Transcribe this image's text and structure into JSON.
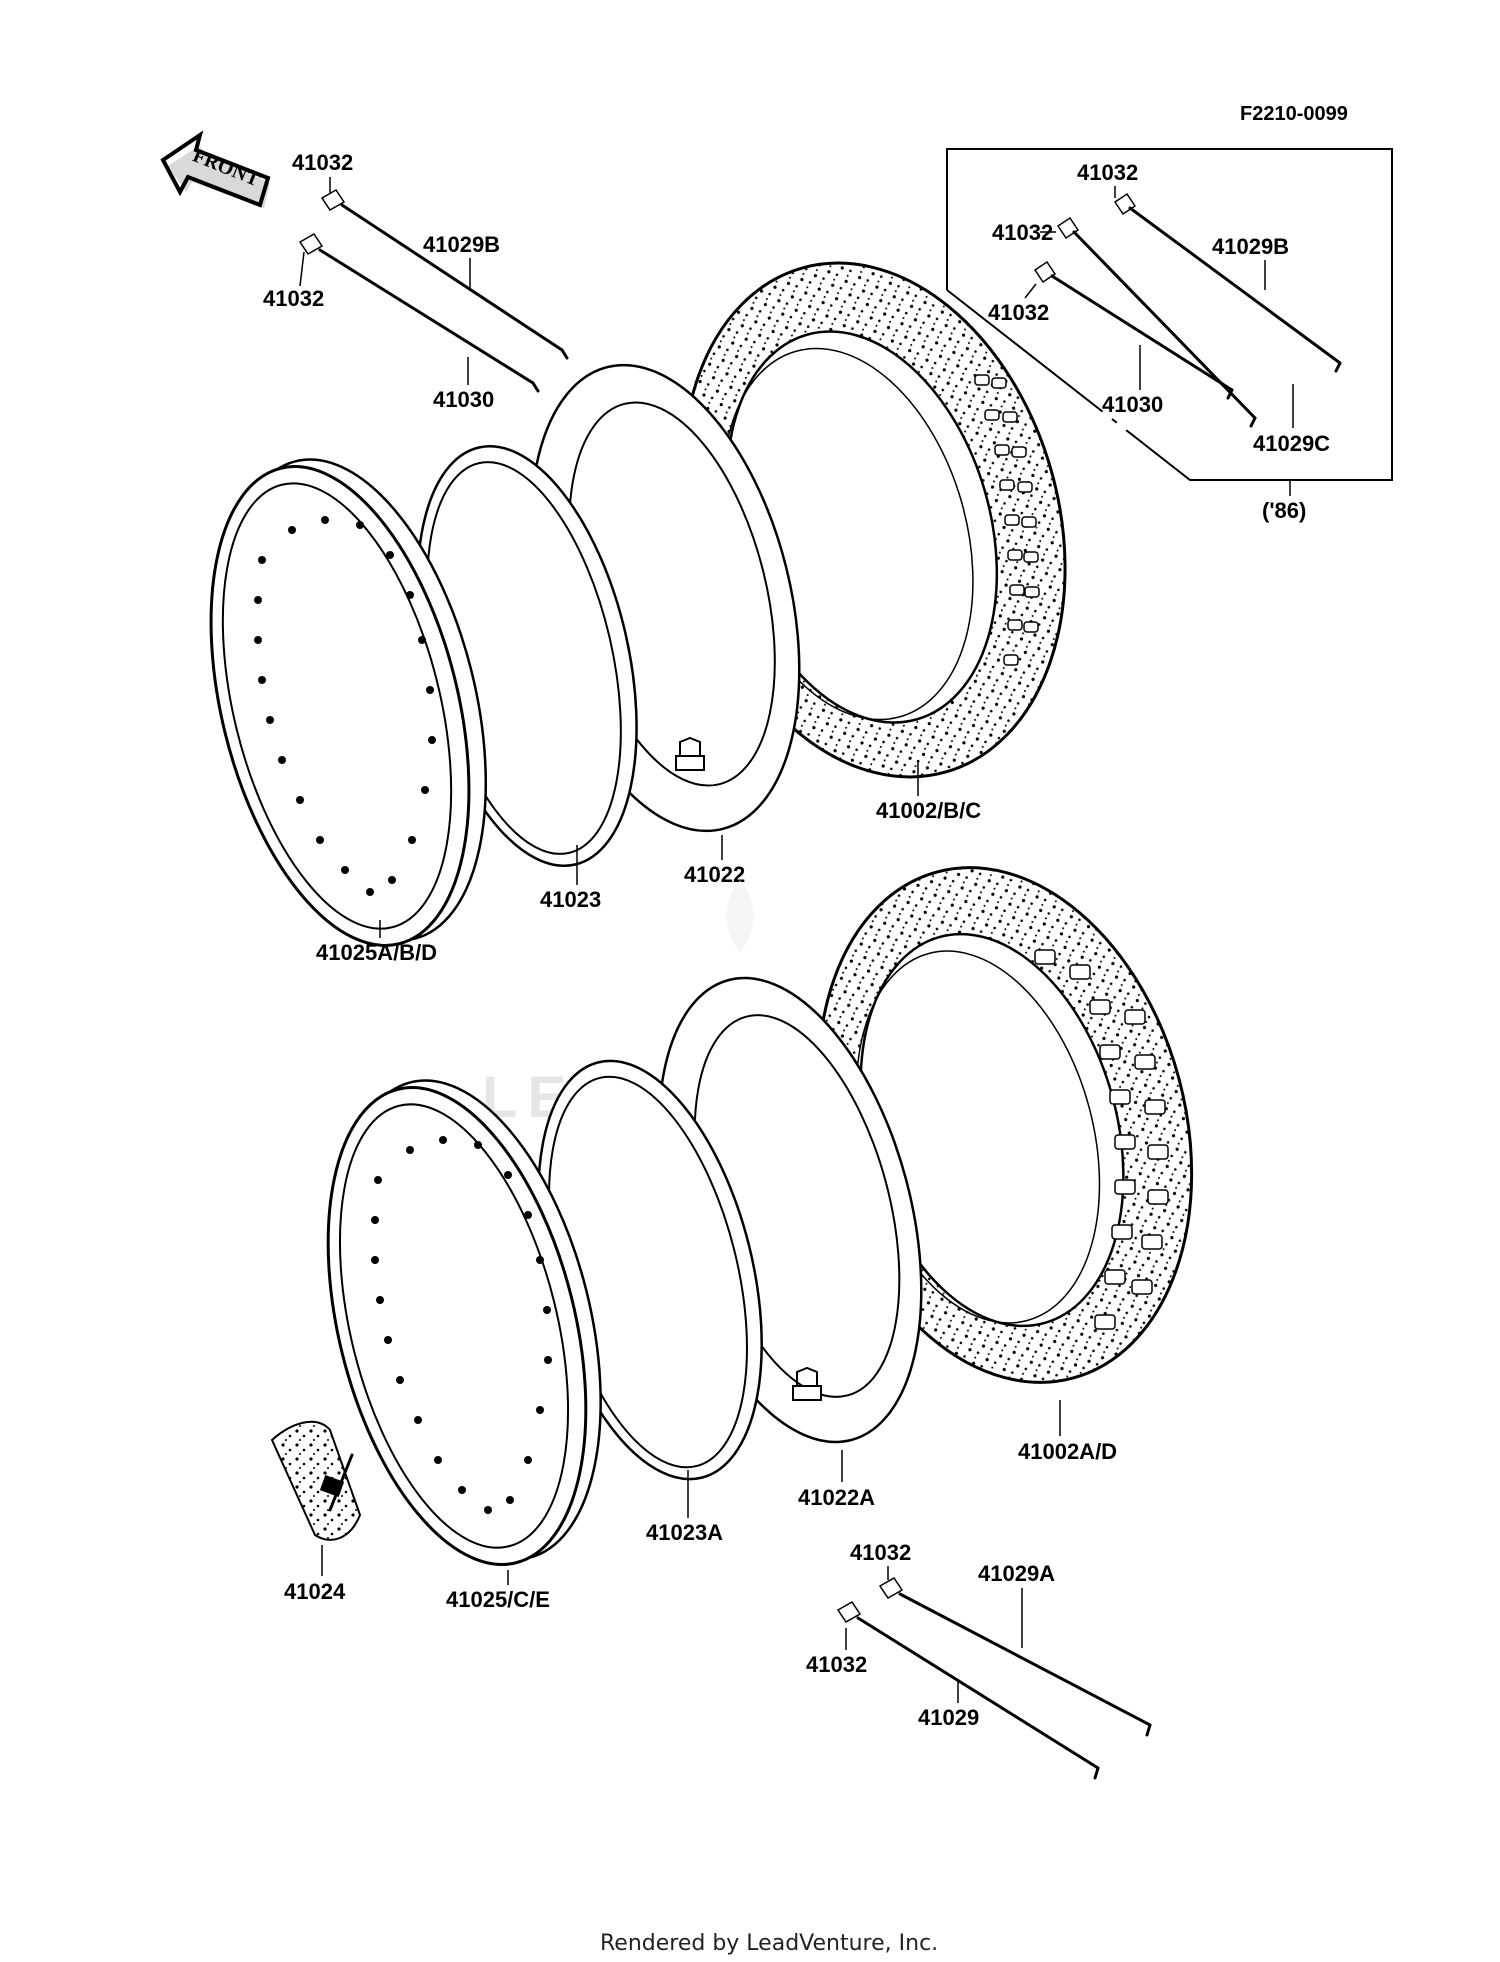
{
  "diagram": {
    "figure_code": "F2210-0099",
    "front_arrow_text": "FRONT",
    "variant_note": "('86)",
    "watermark": "LEADVENTURE",
    "footer": "Rendered by LeadVenture, Inc.",
    "labels": {
      "spoke_nipple_1": "41032",
      "spoke_nipple_2": "41032",
      "spoke_b": "41029B",
      "spoke_41030": "41030",
      "box_nipple_1": "41032",
      "box_nipple_2": "41032",
      "box_nipple_3": "41032",
      "box_spoke_b": "41029B",
      "box_spoke_41030": "41030",
      "box_spoke_c": "41029C",
      "front_tire": "41002/B/C",
      "front_tube": "41022",
      "front_rim_band": "41023",
      "front_rim": "41025A/B/D",
      "rear_tire": "41002A/D",
      "rear_tube": "41022A",
      "rear_rim_band": "41023A",
      "rear_rim": "41025/C/E",
      "rim_lock": "41024",
      "rear_nipple_1": "41032",
      "rear_nipple_2": "41032",
      "rear_spoke_a": "41029A",
      "rear_spoke": "41029"
    }
  }
}
